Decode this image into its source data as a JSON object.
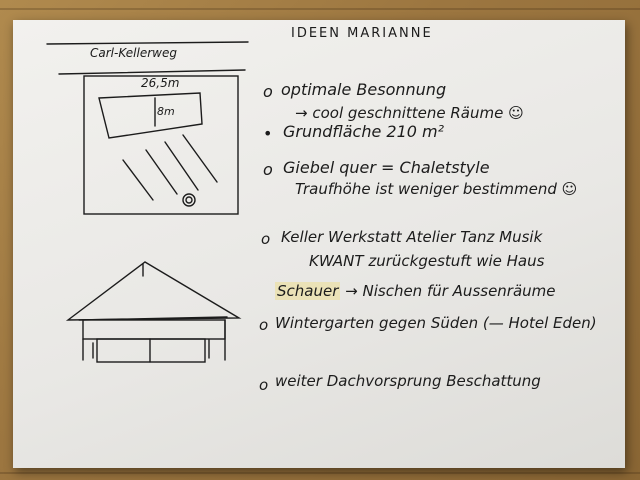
{
  "title": "IDEEN MARIANNE",
  "sketch": {
    "street_label": "Carl-Kellerweg",
    "width_label": "26,5m",
    "depth_label": "8m"
  },
  "notes": [
    {
      "bullet": "o",
      "text": "optimale Besonnung"
    },
    {
      "bullet": "",
      "text": "→ cool geschnittene Räume ☺"
    },
    {
      "bullet": "•",
      "text": "Grundfläche 210 m²"
    },
    {
      "bullet": "o",
      "text": "Giebel quer = Chaletstyle"
    },
    {
      "bullet": "",
      "text": "Traufhöhe ist weniger bestimmend ☺"
    },
    {
      "bullet": "o",
      "text": "Keller Werkstatt Atelier Tanz Musik"
    },
    {
      "bullet": "",
      "text": "KWANT zurückgestuft wie Haus"
    },
    {
      "bullet": "",
      "text_highlight": "Schauer",
      "text": "→ Nischen für Aussenräume"
    },
    {
      "bullet": "o",
      "text": "Wintergarten gegen Süden (— Hotel Eden)"
    },
    {
      "bullet": "o",
      "text": "weiter Dachvorsprung Beschattung"
    }
  ],
  "colors": {
    "ink": "#1c1c1c",
    "paper": "#ecebe8",
    "table": "#9c7640"
  }
}
